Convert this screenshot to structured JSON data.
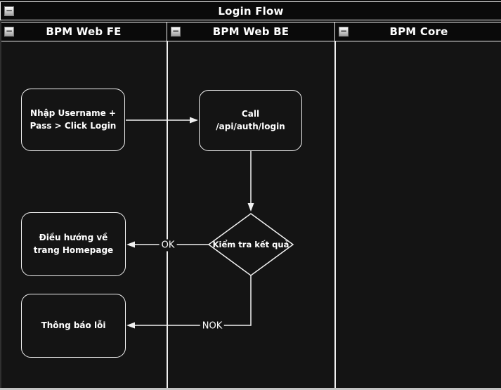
{
  "canvas": {
    "background": "#0c0c0c",
    "lane_fill": "#141414",
    "line_color": "#f0f0f0",
    "text_color": "#ffffff"
  },
  "pool": {
    "title": "Login Flow",
    "collapse_icon": "−",
    "lanes": [
      {
        "id": "fe",
        "label": "BPM Web FE"
      },
      {
        "id": "be",
        "label": "BPM Web BE"
      },
      {
        "id": "core",
        "label": "BPM Core"
      }
    ]
  },
  "nodes": [
    {
      "id": "fe-input",
      "lane": "fe",
      "shape": "rounded",
      "label": "Nhập Username + Pass > Click Login"
    },
    {
      "id": "be-call",
      "lane": "be",
      "shape": "rounded",
      "label": "Call /api/auth/login"
    },
    {
      "id": "decision",
      "lane": "be",
      "shape": "diamond",
      "label": "Kiểm tra kết quả"
    },
    {
      "id": "fe-home",
      "lane": "fe",
      "shape": "rounded",
      "label": "Điều hướng về trang Homepage"
    },
    {
      "id": "fe-error",
      "lane": "fe",
      "shape": "rounded",
      "label": "Thông báo lỗi"
    }
  ],
  "edges": [
    {
      "from": "fe-input",
      "to": "be-call",
      "label": ""
    },
    {
      "from": "be-call",
      "to": "decision",
      "label": ""
    },
    {
      "from": "decision",
      "to": "fe-home",
      "label": "OK"
    },
    {
      "from": "decision",
      "to": "fe-error",
      "label": "NOK"
    }
  ]
}
